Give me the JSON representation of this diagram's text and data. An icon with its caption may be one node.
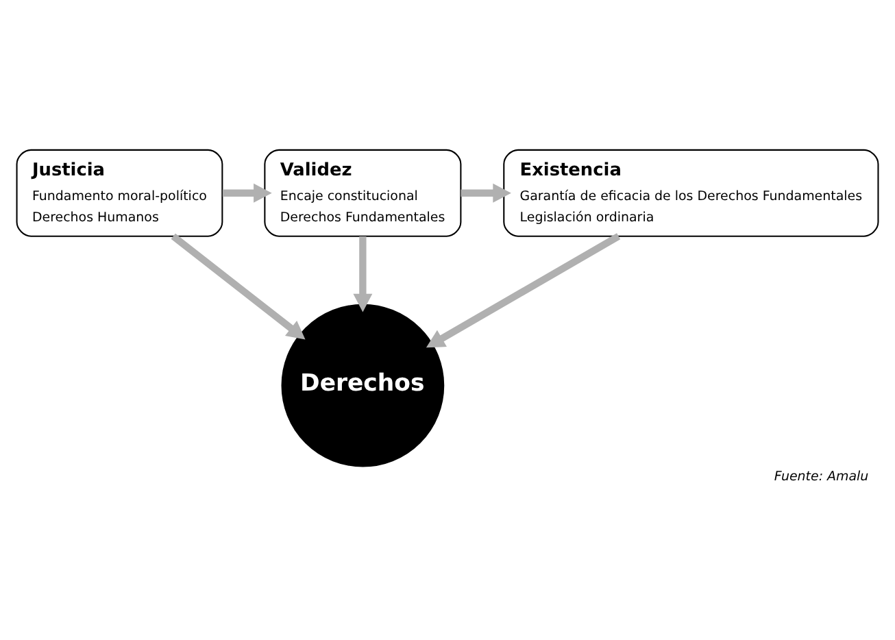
{
  "diagram": {
    "caption": "Fuente: Amalu",
    "nodes": [
      {
        "text": [
          "Justicia",
          "Fundamento moral-político",
          "Derechos Humanos"
        ]
      },
      {
        "text": [
          "Validez",
          "Encaje constitucional",
          "Derechos Fundamentales"
        ]
      },
      {
        "text": [
          "Existencia",
          "Garantía de eficacia de los Derechos Fundamentales",
          "Legislación ordinaria"
        ]
      },
      {
        "text": [
          "Derechos"
        ]
      }
    ],
    "edges": [
      {
        "from": 0,
        "to": 1,
        "arrow": "to"
      },
      {
        "from": 1,
        "to": 2,
        "arrow": "to"
      },
      {
        "from": 0,
        "to": 3,
        "arrow": "to"
      },
      {
        "from": 1,
        "to": 3,
        "arrow": "to"
      },
      {
        "from": 2,
        "to": 3,
        "arrow": "to"
      }
    ]
  }
}
